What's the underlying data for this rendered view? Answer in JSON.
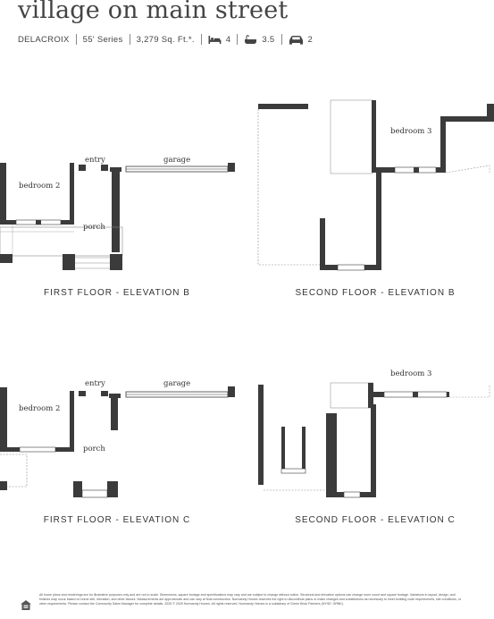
{
  "header": {
    "title": "village on main street",
    "specs": {
      "plan_name": "DELACROIX",
      "series": "55' Series",
      "sqft": "3,279 Sq. Ft.*.",
      "bedrooms": "4",
      "bathrooms": "3.5",
      "garage": "2"
    },
    "icons": [
      "bed-icon",
      "bath-icon",
      "car-icon"
    ]
  },
  "plans": [
    {
      "caption": "FIRST FLOOR - ELEVATION B",
      "rooms": [
        "bedroom 2",
        "entry",
        "garage",
        "porch"
      ]
    },
    {
      "caption": "SECOND FLOOR - ELEVATION B",
      "rooms": [
        "bedroom 3"
      ]
    },
    {
      "caption": "FIRST FLOOR - ELEVATION C",
      "rooms": [
        "bedroom 2",
        "entry",
        "garage",
        "porch"
      ]
    },
    {
      "caption": "SECOND FLOOR - ELEVATION C",
      "rooms": [
        "bedroom 3"
      ]
    }
  ],
  "footer": {
    "disclaimer": "All home plans and renderings are for illustrative purposes only and are not to scale. Dimensions, square footage and specifications may vary and are subject to change without notice. Structural and elevation options can change room count and square footage. Variations in layout, design, and finishes may occur based on home site, elevation, and other factors. Measurements are approximate and can vary at final construction. Normandy Homes reserves the right to discontinue plans or make changes and substitutions as necessary to meet building code requirements, site conditions, or other requirements. Please contact the Community Sales Manager for complete details. 2025 © 2025 Normandy Homes. All rights reserved. Normandy Homes is a subsidiary of Green Brick Partners (NYSE: GRBK).",
    "logo": "equal-housing-icon"
  }
}
